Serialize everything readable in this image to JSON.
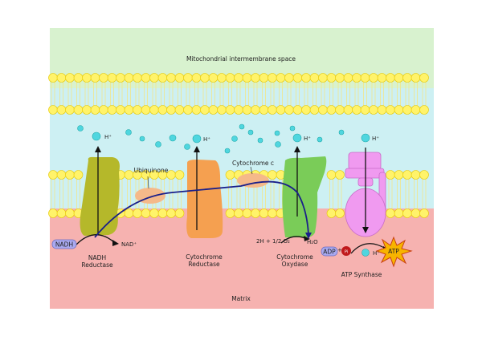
{
  "regions": {
    "intermembrane": "Mitochondrial intermembrane space",
    "matrix": "Matrix"
  },
  "labels": {
    "ubiquinone": "Ubiquinone",
    "cytochrome_c": "Cytochrome c",
    "nadh_reductase": [
      "NADH",
      "Reductase"
    ],
    "cytochrome_reductase": [
      "Cytochrome",
      "Reductase"
    ],
    "cytochrome_oxydase": [
      "Cytochrome",
      "Oxydase"
    ],
    "atp_synthase": "ATP Synthase",
    "nadh": "NADH",
    "nad_plus": "NAD⁺",
    "oxygen_reaction": "2H + 1/2 O₂",
    "water": "H₂O",
    "adp": "ADP",
    "plus": "+",
    "pi": "Pi",
    "atp": "ATP",
    "h_plus": "H⁺"
  },
  "colors": {
    "intermembrane": "#d8f2cf",
    "space": "#cdf0f3",
    "matrix": "#f6b2b0",
    "lipid_head": "#fff36a",
    "nadh_reductase": "#b5b82a",
    "cytochrome_reductase": "#f5a050",
    "cytochrome_oxydase": "#7acc58",
    "atp_synthase": "#f09af0",
    "electron_path": "#1a1f8a"
  }
}
